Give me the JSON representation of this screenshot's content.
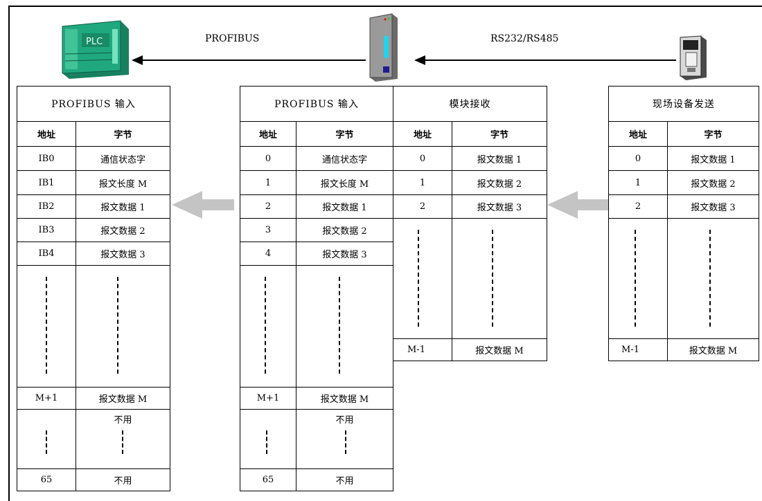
{
  "links": {
    "profibus": "PROFIBUS",
    "rs232": "RS232/RS485"
  },
  "devices": {
    "plc_label": "PLC"
  },
  "tables": {
    "plc_input": {
      "title": "PROFIBUS 输入",
      "col_addr": "地址",
      "col_byte": "字节",
      "rows": [
        {
          "addr": "IB0",
          "byte": "通信状态字"
        },
        {
          "addr": "IB1",
          "byte": "报文长度 M"
        },
        {
          "addr": "IB2",
          "byte": "报文数据 1"
        },
        {
          "addr": "IB3",
          "byte": "报文数据 2"
        },
        {
          "addr": "IB4",
          "byte": "报文数据 3"
        }
      ],
      "last_data": {
        "addr": "M+1",
        "byte": "报文数据 M"
      },
      "unused_label": "不用",
      "final": {
        "addr": "65",
        "byte": "不用"
      }
    },
    "module_input": {
      "title": "PROFIBUS 输入",
      "col_addr": "地址",
      "col_byte": "字节",
      "rows": [
        {
          "addr": "0",
          "byte": "通信状态字"
        },
        {
          "addr": "1",
          "byte": "报文长度 M"
        },
        {
          "addr": "2",
          "byte": "报文数据 1"
        },
        {
          "addr": "3",
          "byte": "报文数据 2"
        },
        {
          "addr": "4",
          "byte": "报文数据 3"
        }
      ],
      "last_data": {
        "addr": "M+1",
        "byte": "报文数据 M"
      },
      "unused_label": "不用",
      "final": {
        "addr": "65",
        "byte": "不用"
      }
    },
    "module_receive": {
      "title": "模块接收",
      "col_addr": "地址",
      "col_byte": "字节",
      "rows": [
        {
          "addr": "0",
          "byte": "报文数据 1"
        },
        {
          "addr": "1",
          "byte": "报文数据 2"
        },
        {
          "addr": "2",
          "byte": "报文数据 3"
        }
      ],
      "last_data": {
        "addr": "M-1",
        "byte": "报文数据 M"
      }
    },
    "field_send": {
      "title": "现场设备发送",
      "col_addr": "地址",
      "col_byte": "字节",
      "rows": [
        {
          "addr": "0",
          "byte": "报文数据 1"
        },
        {
          "addr": "1",
          "byte": "报文数据 2"
        },
        {
          "addr": "2",
          "byte": "报文数据 3"
        }
      ],
      "last_data": {
        "addr": "M-1",
        "byte": "报文数据 M"
      }
    }
  },
  "colors": {
    "plc_green": "#1fa87e",
    "module_grey": "#8a8a8a",
    "module_cyan": "#22d3ee",
    "module_blue": "#1e1b8f",
    "flow_arrow": "#c4c4c4"
  }
}
